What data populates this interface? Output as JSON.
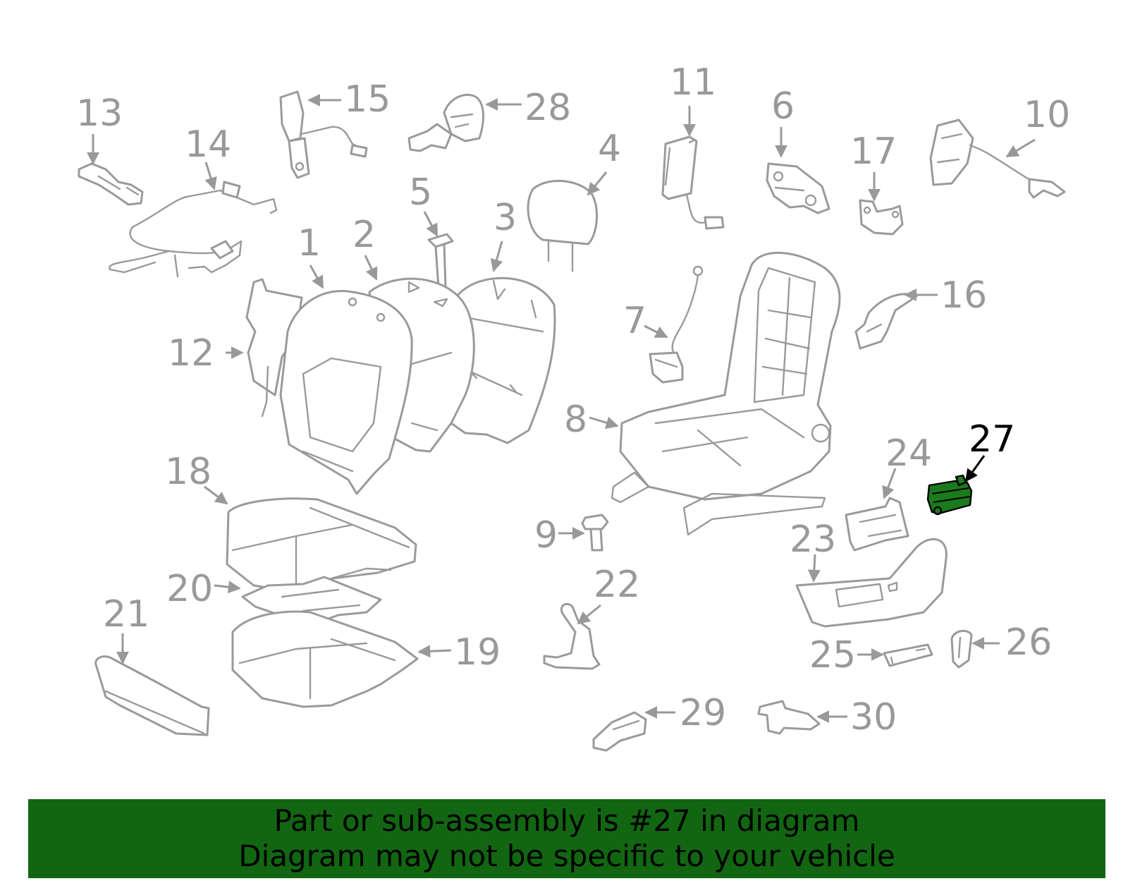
{
  "diagram": {
    "highlight_colors": {
      "part_fill": "#1b7a1b",
      "banner": "#126612",
      "callout": "#000000",
      "other_callouts": "#999999"
    },
    "callouts": {
      "c1": "1",
      "c2": "2",
      "c3": "3",
      "c4": "4",
      "c5": "5",
      "c6": "6",
      "c7": "7",
      "c8": "8",
      "c9": "9",
      "c10": "10",
      "c11": "11",
      "c12": "12",
      "c13": "13",
      "c14": "14",
      "c15": "15",
      "c16": "16",
      "c17": "17",
      "c18": "18",
      "c19": "19",
      "c20": "20",
      "c21": "21",
      "c22": "22",
      "c23": "23",
      "c24": "24",
      "c25": "25",
      "c26": "26",
      "c27": "27",
      "c28": "28",
      "c29": "29",
      "c30": "30"
    },
    "highlighted_part": "27"
  },
  "banner": {
    "line1": "Part or sub-assembly is #27 in diagram",
    "line2": "Diagram may not be specific to your vehicle"
  }
}
